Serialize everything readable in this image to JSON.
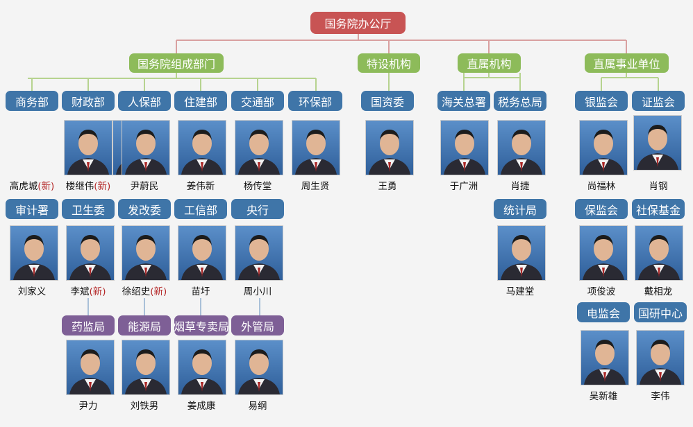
{
  "root": "国务院办公厅",
  "categories": [
    {
      "id": "zucheng",
      "label": "国务院组成部门"
    },
    {
      "id": "teshe",
      "label": "特设机构"
    },
    {
      "id": "zhishu",
      "label": "直属机构"
    },
    {
      "id": "shiye",
      "label": "直属事业单位"
    }
  ],
  "new_tag": "(新)",
  "people": [
    {
      "dept": "商务部",
      "name": "高虎城",
      "is_new": true,
      "color": "blue"
    },
    {
      "dept": "财政部",
      "name": "楼继伟",
      "is_new": true,
      "color": "blue"
    },
    {
      "dept": "人保部",
      "name": "尹蔚民",
      "is_new": false,
      "color": "blue"
    },
    {
      "dept": "住建部",
      "name": "姜伟新",
      "is_new": false,
      "color": "blue"
    },
    {
      "dept": "交通部",
      "name": "杨传堂",
      "is_new": false,
      "color": "blue"
    },
    {
      "dept": "环保部",
      "name": "周生贤",
      "is_new": false,
      "color": "blue"
    },
    {
      "dept": "国资委",
      "name": "王勇",
      "is_new": false,
      "color": "blue"
    },
    {
      "dept": "海关总署",
      "name": "于广洲",
      "is_new": false,
      "color": "blue"
    },
    {
      "dept": "税务总局",
      "name": "肖捷",
      "is_new": false,
      "color": "blue"
    },
    {
      "dept": "银监会",
      "name": "尚福林",
      "is_new": false,
      "color": "blue"
    },
    {
      "dept": "证监会",
      "name": "肖钢",
      "is_new": false,
      "color": "blue"
    },
    {
      "dept": "审计署",
      "name": "刘家义",
      "is_new": false,
      "color": "blue"
    },
    {
      "dept": "卫生委",
      "name": "李斌",
      "is_new": true,
      "color": "blue"
    },
    {
      "dept": "发改委",
      "name": "徐绍史",
      "is_new": true,
      "color": "blue"
    },
    {
      "dept": "工信部",
      "name": "苗圩",
      "is_new": false,
      "color": "blue"
    },
    {
      "dept": "央行",
      "name": "周小川",
      "is_new": false,
      "color": "blue"
    },
    {
      "dept": "统计局",
      "name": "马建堂",
      "is_new": false,
      "color": "blue"
    },
    {
      "dept": "保监会",
      "name": "项俊波",
      "is_new": false,
      "color": "blue"
    },
    {
      "dept": "社保基金",
      "name": "戴相龙",
      "is_new": false,
      "color": "blue"
    },
    {
      "dept": "药监局",
      "name": "尹力",
      "is_new": false,
      "color": "purple"
    },
    {
      "dept": "能源局",
      "name": "刘铁男",
      "is_new": false,
      "color": "purple"
    },
    {
      "dept": "烟草专卖局",
      "name": "姜成康",
      "is_new": false,
      "color": "purple"
    },
    {
      "dept": "外管局",
      "name": "易纲",
      "is_new": false,
      "color": "purple"
    },
    {
      "dept": "电监会",
      "name": "吴新雄",
      "is_new": false,
      "color": "blue"
    },
    {
      "dept": "国研中心",
      "name": "李伟",
      "is_new": false,
      "color": "blue"
    }
  ],
  "colors": {
    "root": "#c85454",
    "category": "#8dbb5a",
    "dept": "#3f75a8",
    "sub_dept": "#7e5f96",
    "connector_top": "#d9a0a0",
    "connector_mid": "#b6d38f",
    "connector_sub": "#a9c0d8"
  }
}
